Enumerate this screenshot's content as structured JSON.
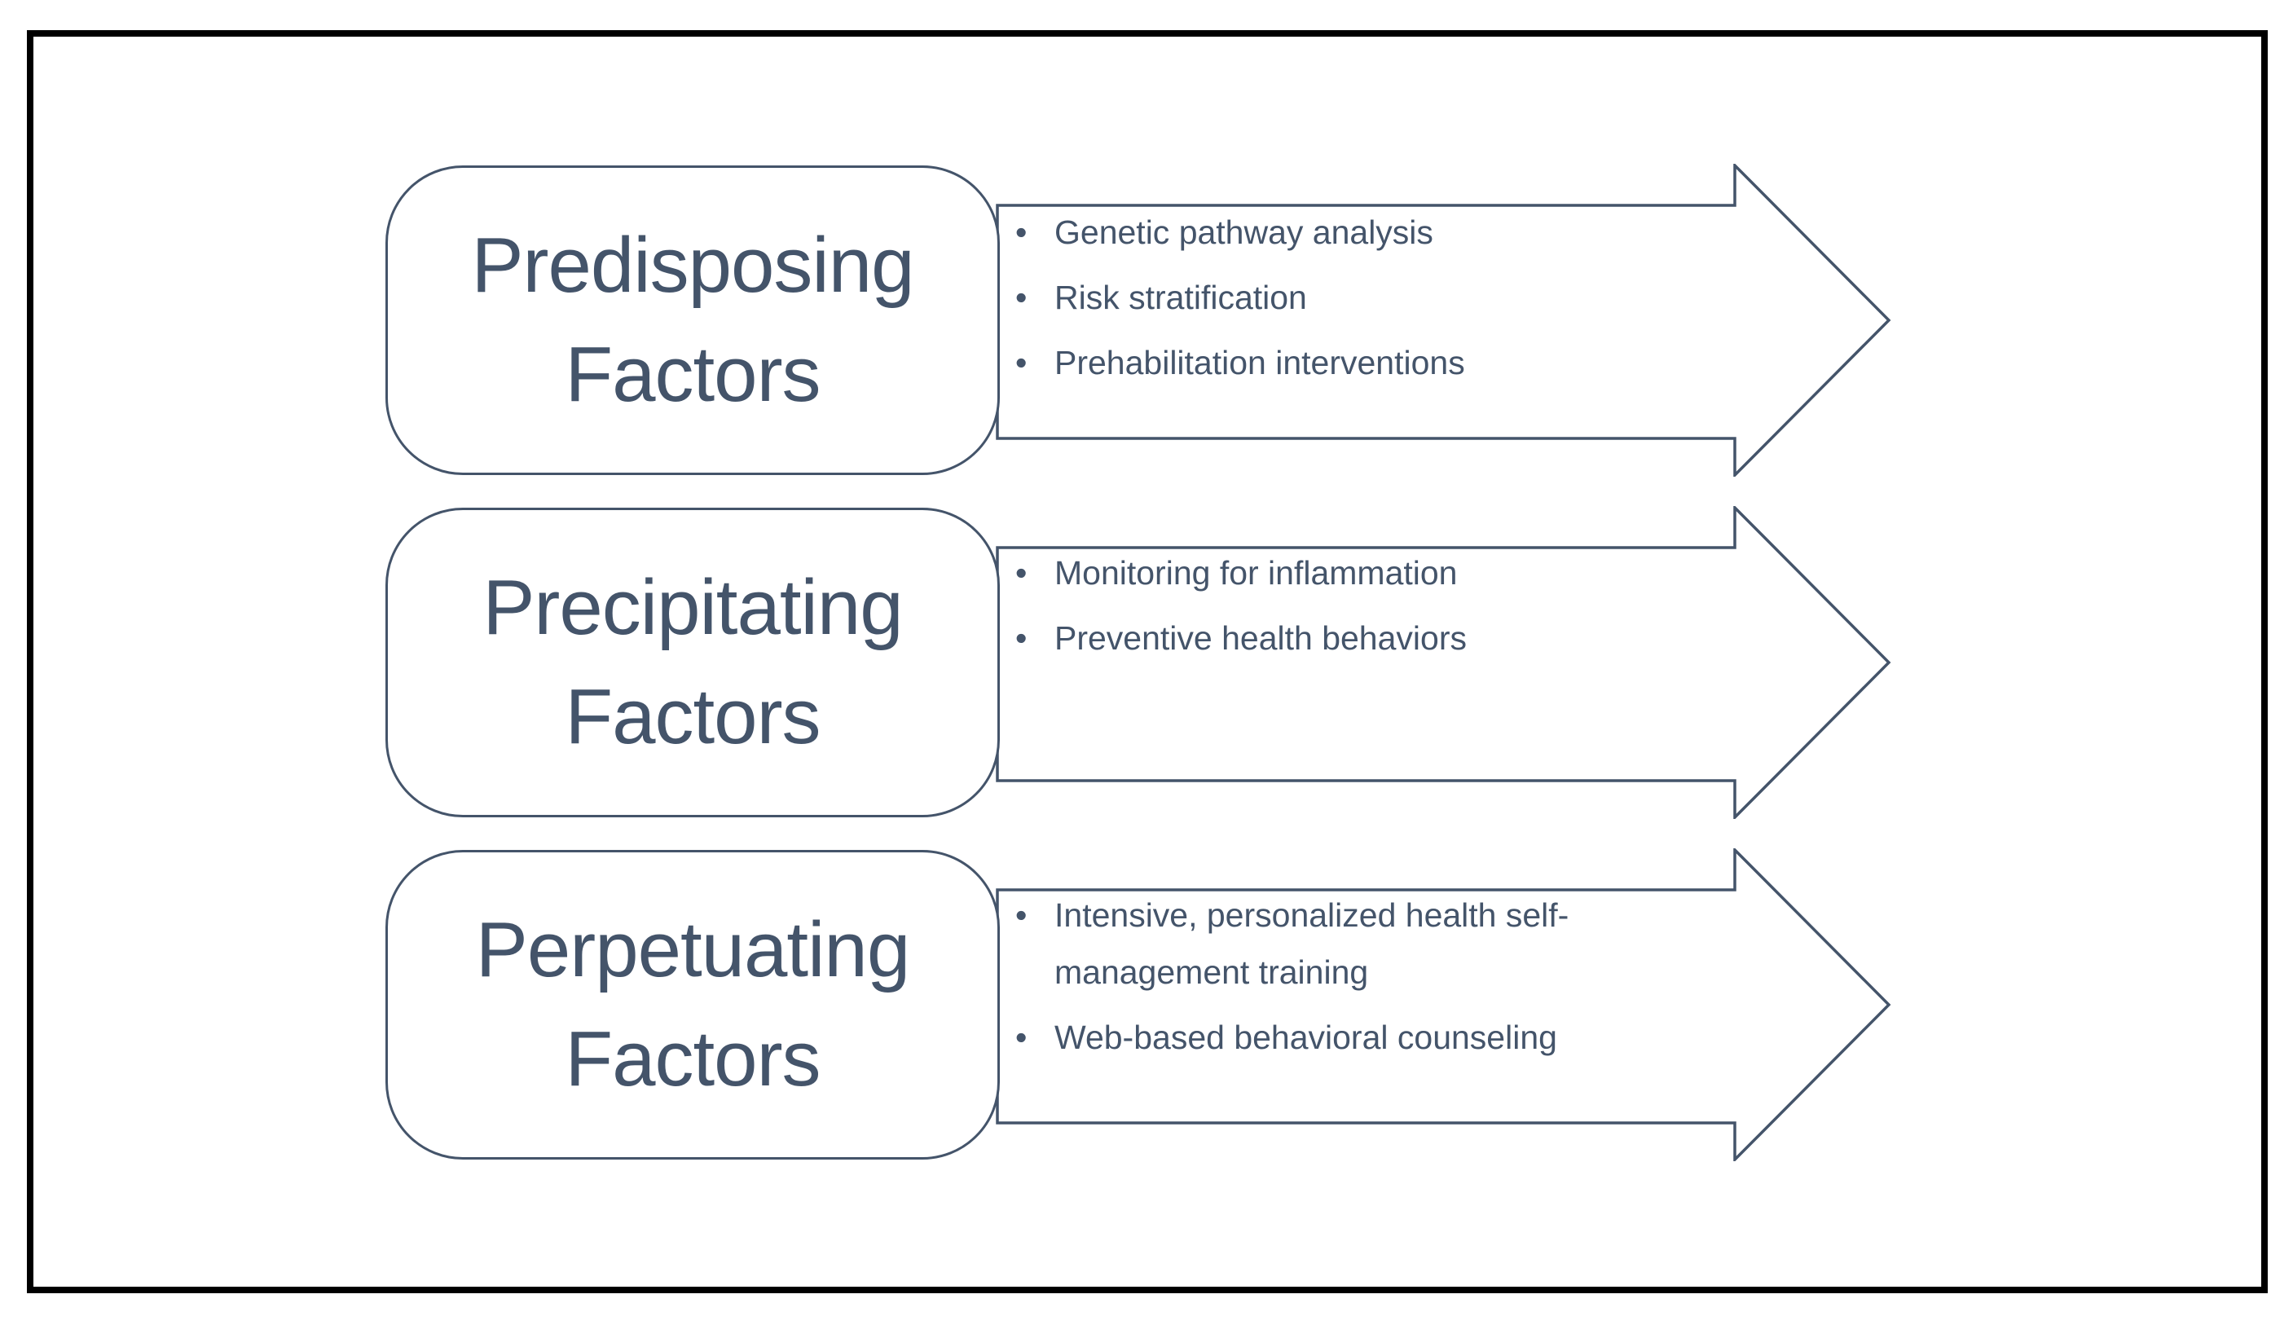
{
  "figure": {
    "background_color": "#ffffff",
    "frame_color": "#000000",
    "accent_color": "#44546A",
    "bullet_glyph": "•"
  },
  "rows": [
    {
      "title": "Predisposing Factors",
      "bullets": [
        "Genetic pathway analysis",
        "Risk stratification",
        "Prehabilitation interventions"
      ]
    },
    {
      "title": "Precipitating Factors",
      "bullets": [
        "Monitoring for inflammation",
        "Preventive health behaviors"
      ]
    },
    {
      "title": "Perpetuating Factors",
      "bullets": [
        "Intensive, personalized health self-management training",
        "Web-based behavioral counseling"
      ]
    }
  ]
}
